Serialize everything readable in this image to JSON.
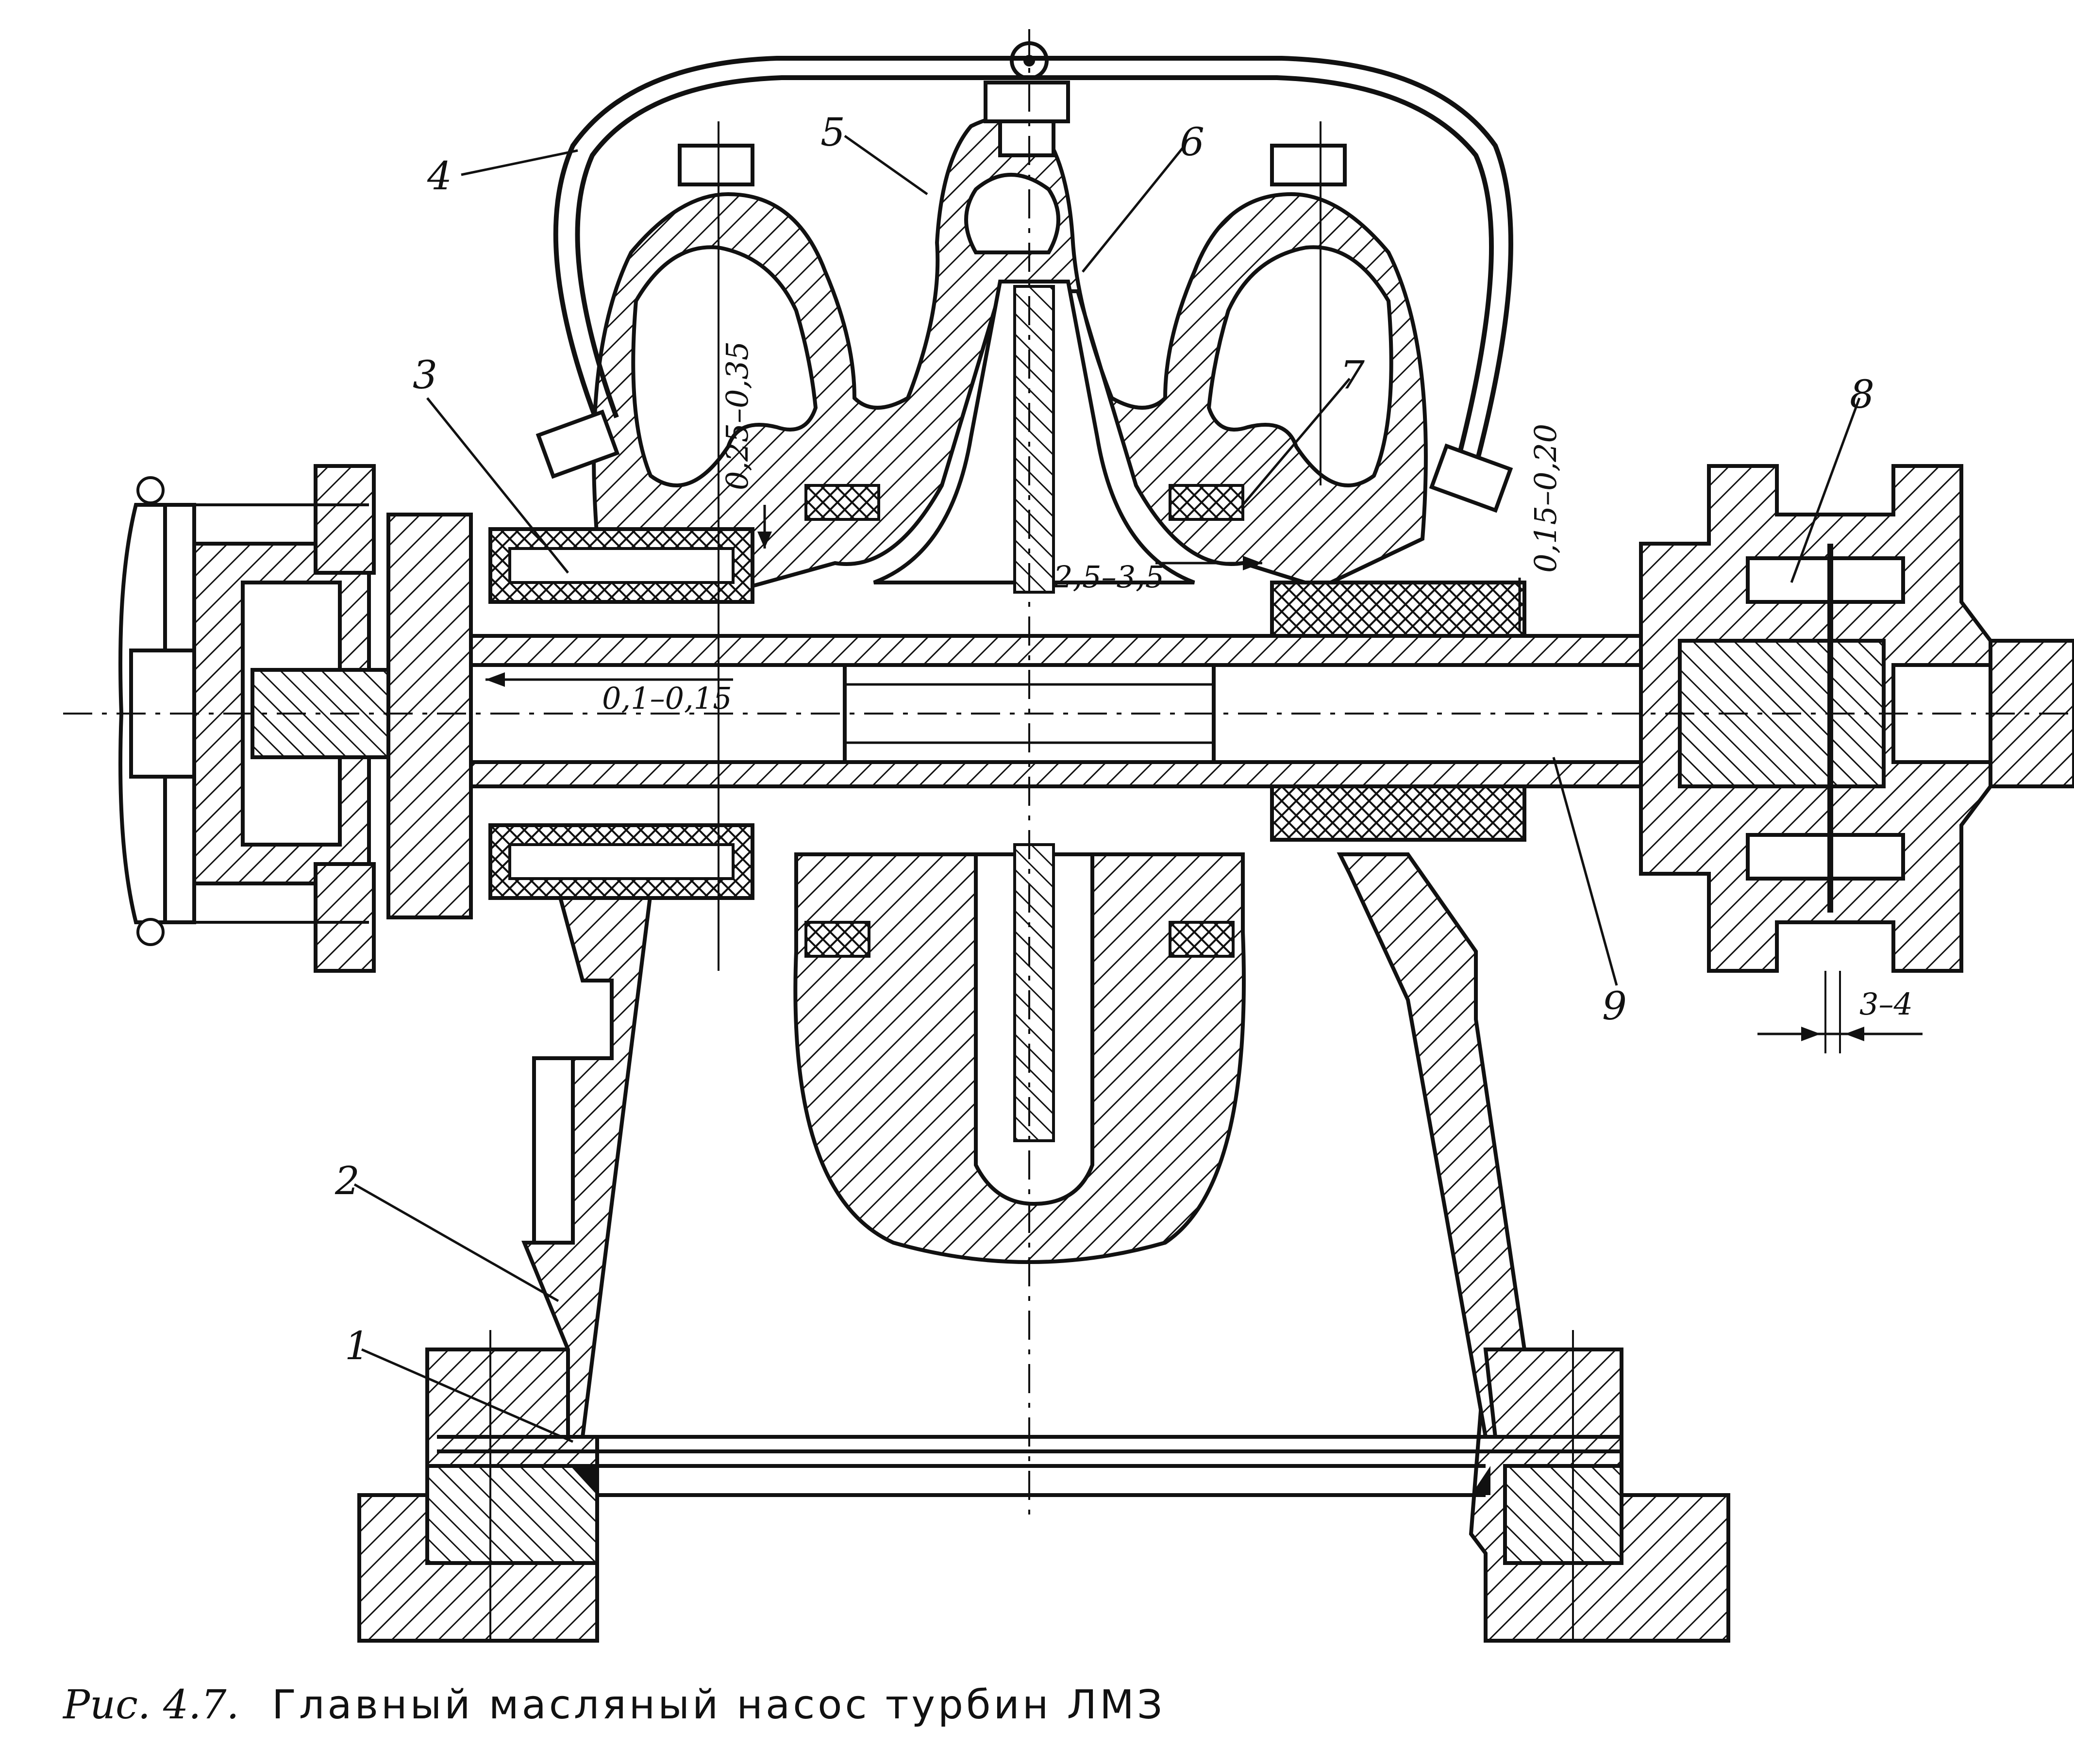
{
  "figure": {
    "caption_prefix": "Рис. 4.7.",
    "caption_text": "Главный масляный насос турбин ЛМЗ"
  },
  "part_labels": [
    "1",
    "2",
    "3",
    "4",
    "5",
    "6",
    "7",
    "8",
    "9"
  ],
  "dimensions": {
    "gap_bearing_radial": "0,25–0,35",
    "gap_shaft": "0,1–0,15",
    "gap_impeller": "2,5–3,5",
    "gap_right_seal": "0,15–0,20",
    "gap_coupling": "3–4"
  },
  "colors": {
    "ink": "#111111",
    "paper": "#ffffff"
  }
}
